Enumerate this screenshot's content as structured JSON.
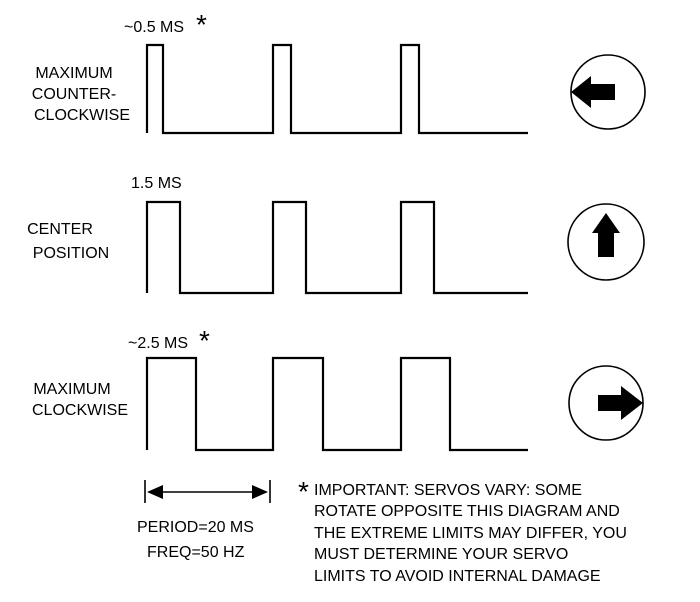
{
  "rows": [
    {
      "pulse_width": "~0.5 MS",
      "asterisk": "*",
      "label_lines": [
        "MAXIMUM",
        "COUNTER-",
        "CLOCKWISE"
      ],
      "direction_icon": "arrow-left-icon"
    },
    {
      "pulse_width": "1.5 MS",
      "label_lines": [
        "CENTER",
        "POSITION"
      ],
      "direction_icon": "arrow-up-icon"
    },
    {
      "pulse_width": "~2.5 MS",
      "asterisk": "*",
      "label_lines": [
        "MAXIMUM",
        "CLOCKWISE"
      ],
      "direction_icon": "arrow-right-icon"
    }
  ],
  "timing": {
    "period": "PERIOD=20 MS",
    "frequency": "FREQ=50 HZ"
  },
  "note": {
    "asterisk": "*",
    "lines": [
      "IMPORTANT: SERVOS VARY: SOME",
      "ROTATE OPPOSITE THIS DIAGRAM AND",
      "THE EXTREME LIMITS MAY DIFFER, YOU",
      "MUST DETERMINE YOUR SERVO",
      "LIMITS TO AVOID INTERNAL DAMAGE"
    ]
  }
}
